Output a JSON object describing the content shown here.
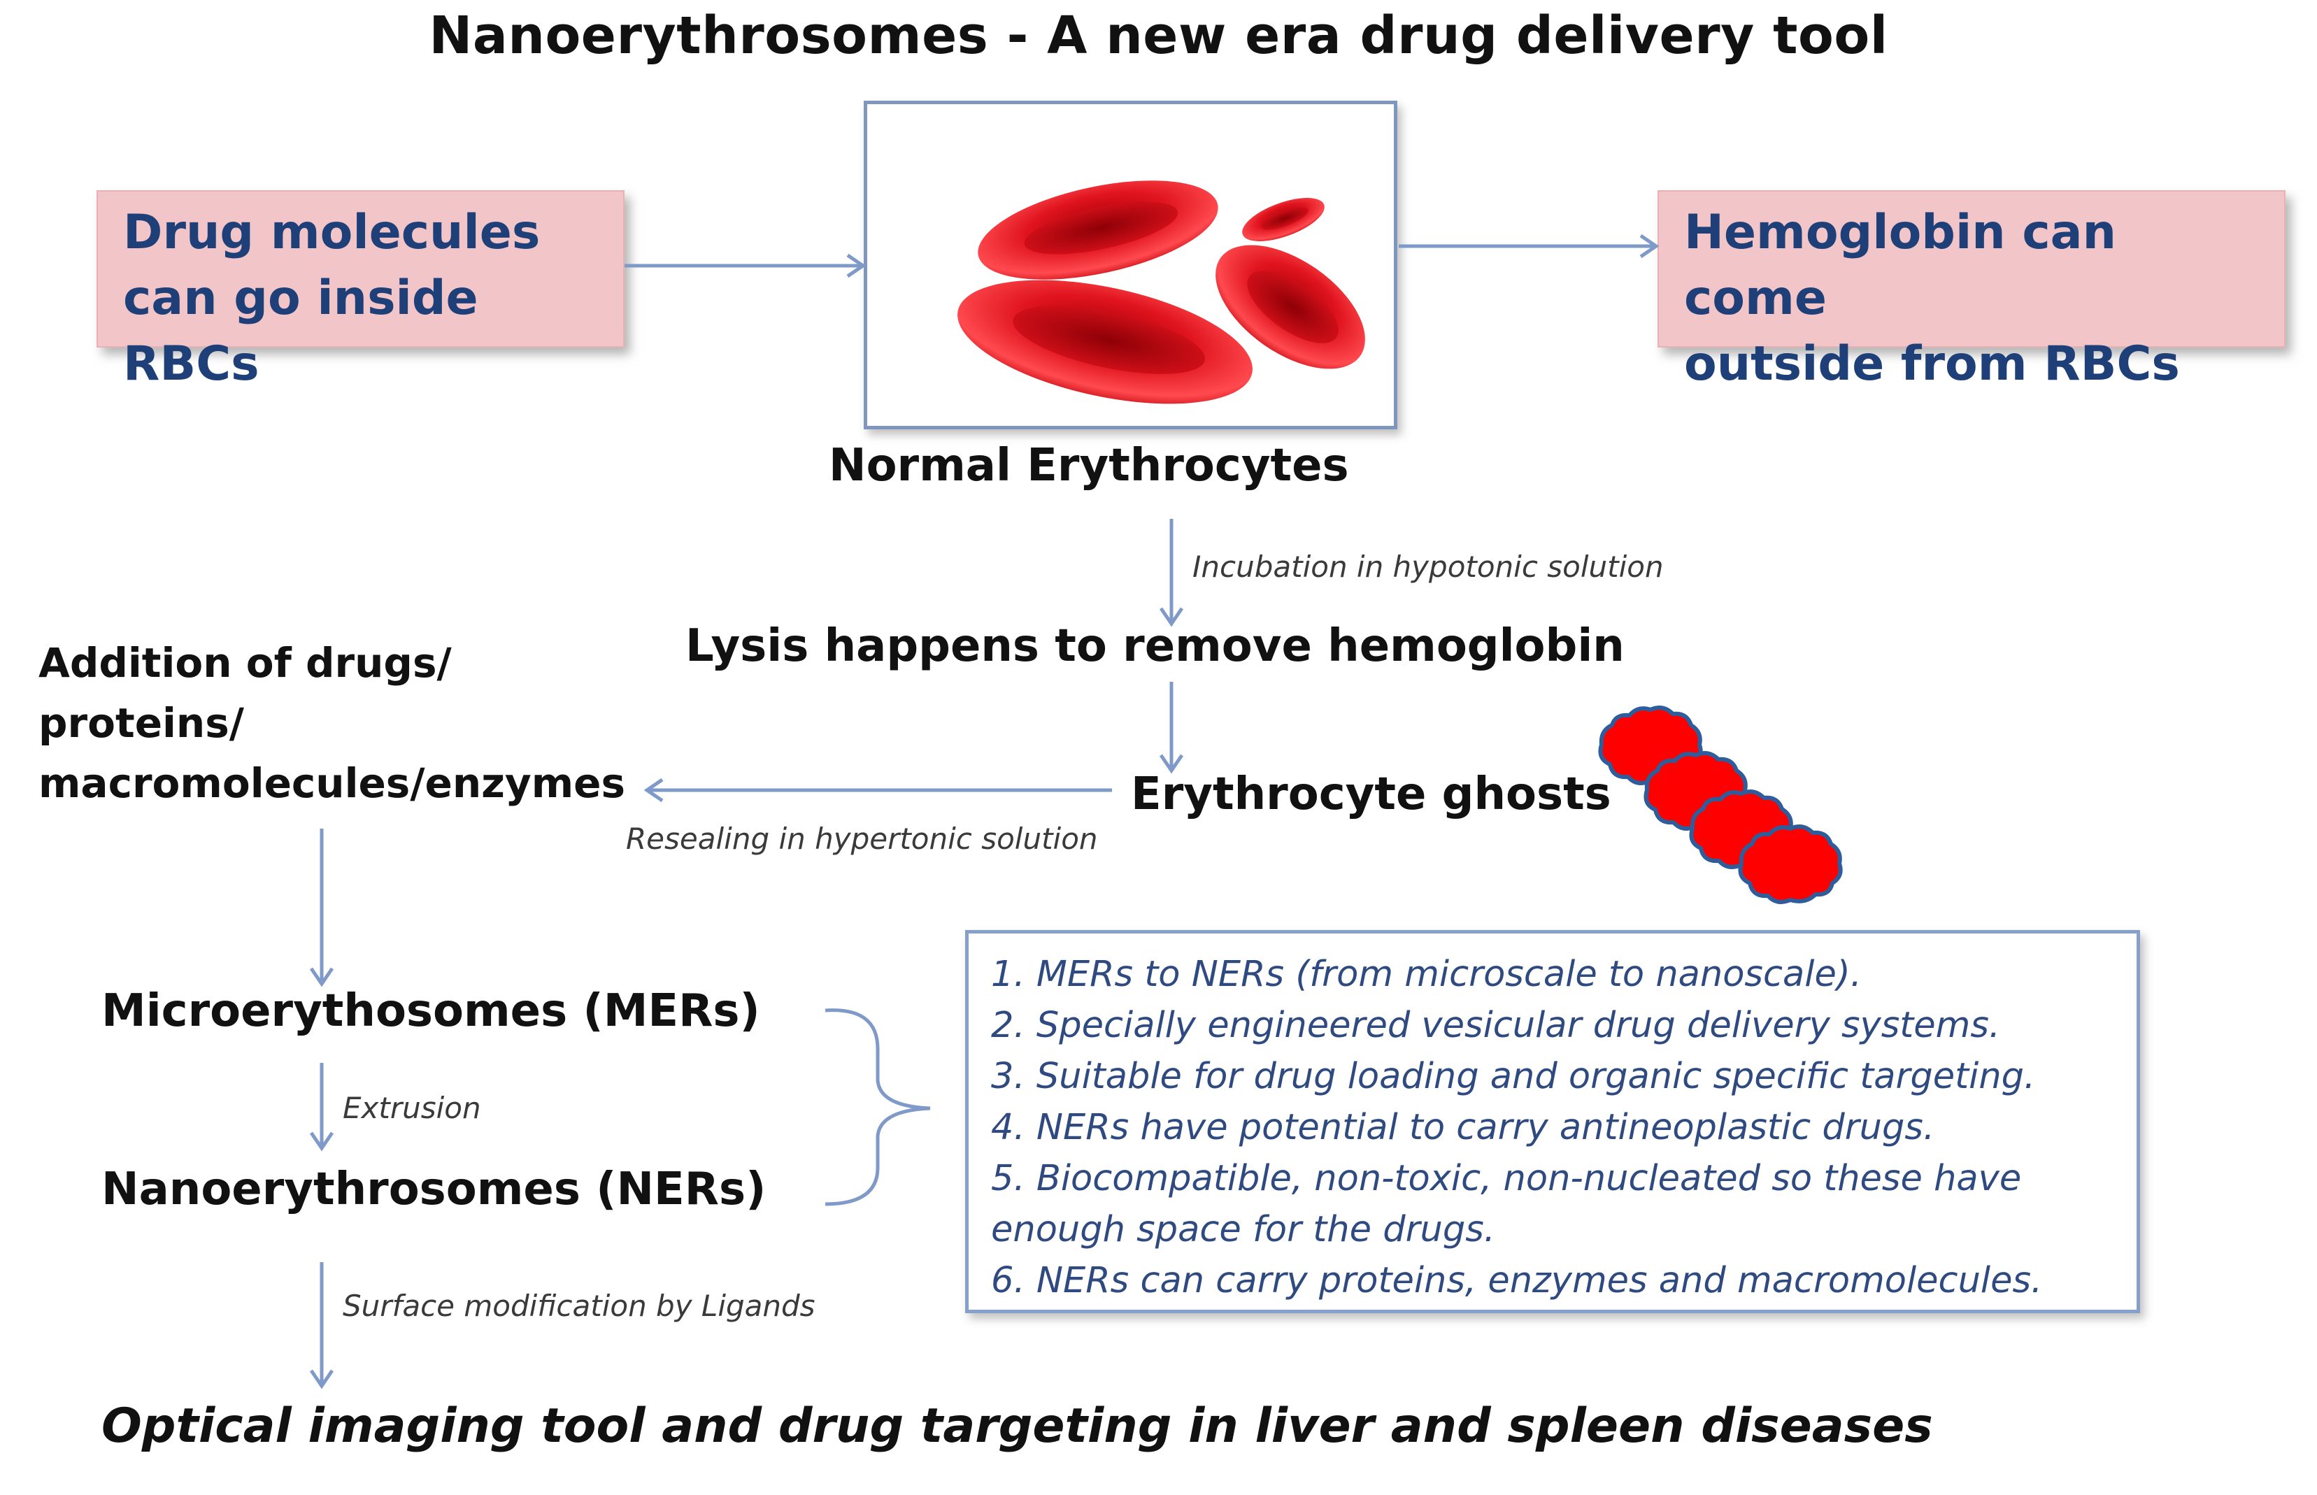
{
  "title": "Nanoerythrosomes  - A new era drug delivery tool",
  "left_box": {
    "line1": "Drug molecules",
    "line2": "can go inside RBCs"
  },
  "right_box": {
    "line1": "Hemoglobin can come",
    "line2": "outside from RBCs"
  },
  "normal_label": "Normal  Erythrocytes",
  "incubation_note": "Incubation in hypotonic solution",
  "lysis_label": "Lysis happens to remove hemoglobin",
  "addition_label": {
    "line1": "Addition of drugs/",
    "line2": "proteins/",
    "line3": "macromolecules/enzymes"
  },
  "ghosts_label": "Erythrocyte ghosts",
  "resealing_note": "Resealing in hypertonic solution",
  "mers_label": "Microerythosomes (MERs)",
  "extrusion_note": "Extrusion",
  "ners_label": "Nanoerythrosomes (NERs)",
  "surface_note": "Surface modification  by  Ligands",
  "final_label": "Optical imaging tool and drug targeting in liver and spleen diseases",
  "info_items": [
    "1.  MERs to NERs (from microscale to nanoscale).",
    "2. Specially engineered vesicular drug delivery systems.",
    "3. Suitable for drug loading and organic specific targeting.",
    "4. NERs have potential to carry antineoplastic  drugs.",
    "5.  Biocompatible,  non-toxic,  non-nucleated  so  these  have",
    "enough space for the drugs.",
    "6. NERs can carry proteins, enzymes and macromolecules."
  ],
  "colors": {
    "pink_box": "#f2c6c8",
    "box_text": "#1f3f78",
    "arrow": "#7f9ac8",
    "rbc_red": "#d8141c",
    "ghost_red": "#ff0000",
    "ghost_outline": "#2f5d9c"
  }
}
